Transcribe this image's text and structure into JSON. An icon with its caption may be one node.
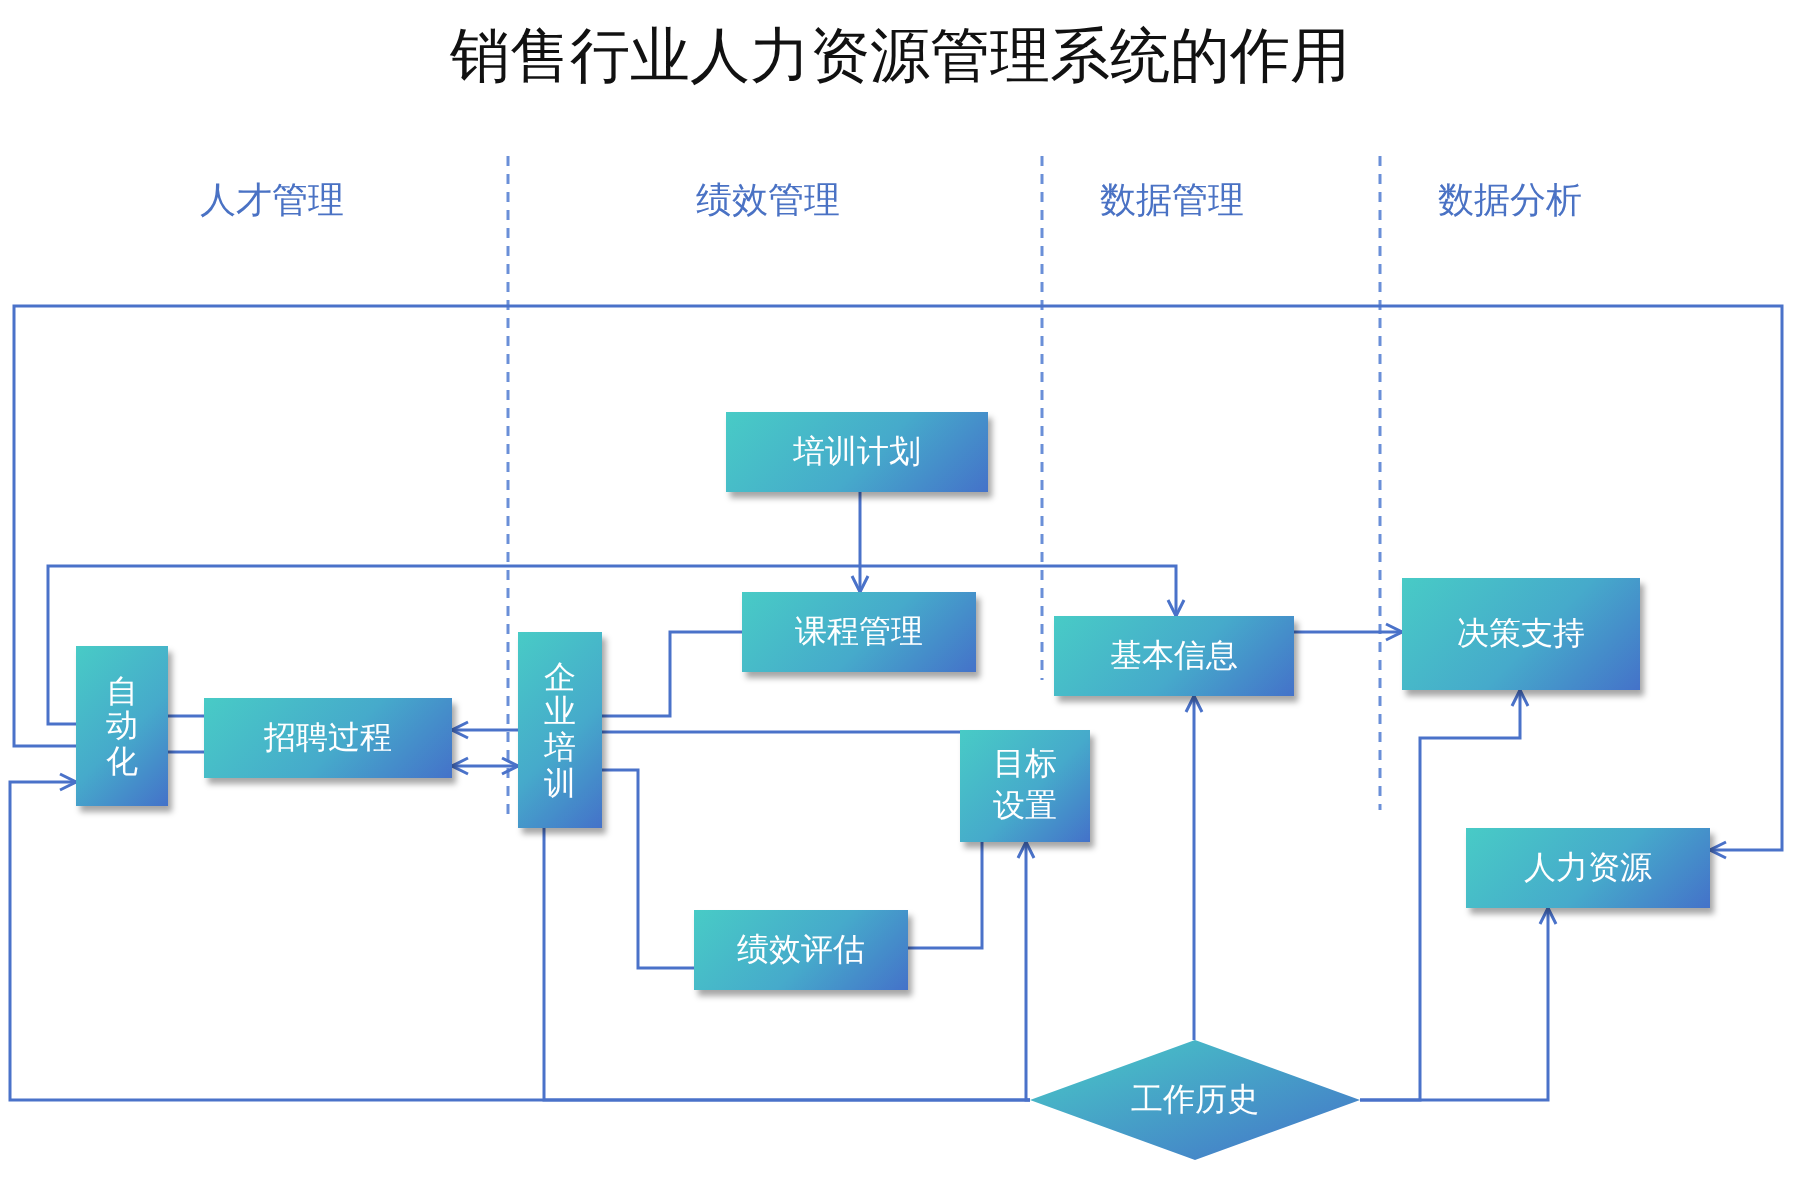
{
  "diagram": {
    "title": "销售行业人力资源管理系统的作用",
    "nodes": [
      {
        "text": [
          "自动化"
        ]
      },
      {
        "text": [
          "招聘过程"
        ]
      },
      {
        "text": [
          "企业培训"
        ]
      },
      {
        "text": [
          "培训计划"
        ]
      },
      {
        "text": [
          "课程管理"
        ]
      },
      {
        "text": [
          "目标设置"
        ]
      },
      {
        "text": [
          "绩效评估"
        ]
      },
      {
        "text": [
          "基本信息"
        ]
      },
      {
        "text": [
          "决策支持"
        ]
      },
      {
        "text": [
          "人力资源"
        ]
      },
      {
        "text": [
          "工作历史"
        ]
      }
    ],
    "edges": [
      {
        "from": 0,
        "to": 9,
        "arrow": "to"
      },
      {
        "from": 0,
        "to": 7,
        "arrow": "to"
      },
      {
        "from": 0,
        "to": 1,
        "arrow": "none"
      },
      {
        "from": 0,
        "to": 1,
        "arrow": "none"
      },
      {
        "from": 2,
        "to": 1,
        "arrow": "to"
      },
      {
        "from": 1,
        "to": 2,
        "arrow": "both"
      },
      {
        "from": 10,
        "to": 0,
        "arrow": "to"
      },
      {
        "from": 10,
        "to": 2,
        "arrow": "none"
      },
      {
        "from": 10,
        "to": 5,
        "arrow": "to"
      },
      {
        "from": 2,
        "to": 4,
        "arrow": "none"
      },
      {
        "from": 2,
        "to": 6,
        "arrow": "none"
      },
      {
        "from": 2,
        "to": 5,
        "arrow": "none"
      },
      {
        "from": 6,
        "to": 5,
        "arrow": "none"
      },
      {
        "from": 3,
        "to": 4,
        "arrow": "to"
      },
      {
        "from": 7,
        "to": 8,
        "arrow": "to"
      },
      {
        "from": 10,
        "to": 7,
        "arrow": "to"
      },
      {
        "from": 10,
        "to": 8,
        "arrow": "to"
      },
      {
        "from": 10,
        "to": 9,
        "arrow": "to"
      }
    ],
    "labels": [
      "人才管理",
      "绩效管理",
      "数据管理",
      "数据分析"
    ]
  }
}
